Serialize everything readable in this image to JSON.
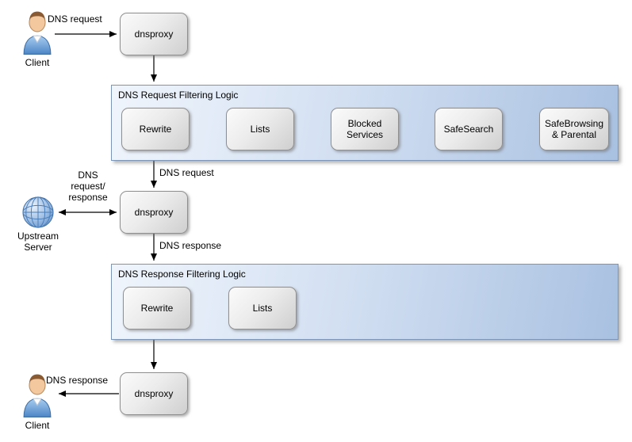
{
  "nodes": {
    "client_top": "Client",
    "client_bottom": "Client",
    "upstream_server": "Upstream Server",
    "dnsproxy_top": "dnsproxy",
    "dnsproxy_mid": "dnsproxy",
    "dnsproxy_bottom": "dnsproxy"
  },
  "request_pipeline": {
    "title": "DNS Request Filtering Logic",
    "steps": [
      "Rewrite",
      "Lists",
      "Blocked Services",
      "SafeSearch",
      "SafeBrowsing & Parental"
    ]
  },
  "response_pipeline": {
    "title": "DNS Response Filtering Logic",
    "steps": [
      "Rewrite",
      "Lists"
    ]
  },
  "labels": {
    "client_request": "DNS request",
    "filtered_request": "DNS request",
    "upstream_exchange": "DNS request/ response",
    "dns_response": "DNS response",
    "client_response": "DNS response"
  },
  "colors": {
    "container_border": "#7d96b8",
    "container_fill_start": "#f0f5fc",
    "container_fill_end": "#a9c1e1",
    "box_border": "#8f8f8f",
    "arrow": "#000000"
  }
}
